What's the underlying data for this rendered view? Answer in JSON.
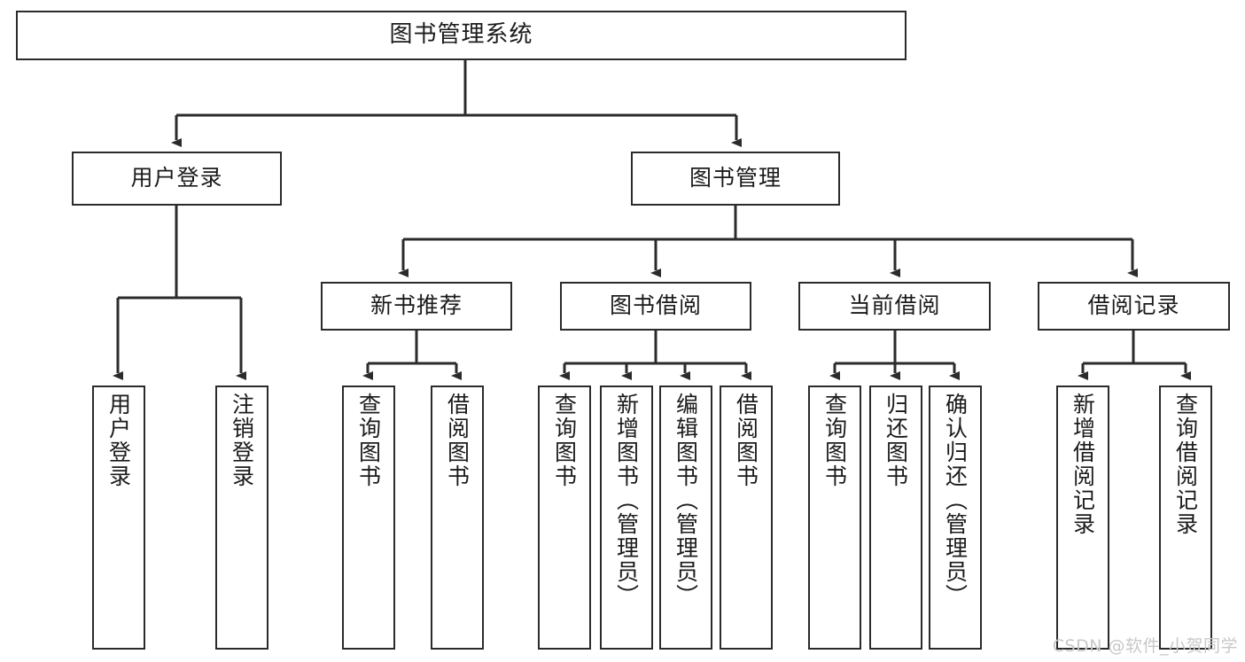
{
  "diagram": {
    "type": "tree",
    "title": "图书管理系统",
    "watermark": "CSDN @软件_小贺同学",
    "colors": {
      "box_border": "#2b2b2b",
      "box_fill": "#ffffff",
      "connector": "#2b2b2b",
      "text": "#1b1b1b",
      "watermark": "#c8c8c8",
      "background": "#ffffff"
    },
    "nodes": {
      "root": {
        "label": "图书管理系统"
      },
      "level1": [
        {
          "id": "user-login",
          "label": "用户登录"
        },
        {
          "id": "book-management",
          "label": "图书管理"
        }
      ],
      "level2": [
        {
          "id": "new-book-recommend",
          "label": "新书推荐"
        },
        {
          "id": "book-borrow",
          "label": "图书借阅"
        },
        {
          "id": "current-borrow",
          "label": "当前借阅"
        },
        {
          "id": "borrow-record",
          "label": "借阅记录"
        }
      ],
      "leaves": {
        "user-login": [
          {
            "id": "leaf-user-login",
            "label": "用户登录"
          },
          {
            "id": "leaf-logout",
            "label": "注销登录"
          }
        ],
        "new-book-recommend": [
          {
            "id": "leaf-query-book-1",
            "label": "查询图书"
          },
          {
            "id": "leaf-borrow-book-1",
            "label": "借阅图书"
          }
        ],
        "book-borrow": [
          {
            "id": "leaf-query-book-2",
            "label": "查询图书"
          },
          {
            "id": "leaf-add-book",
            "label": "新增图书（管理员）"
          },
          {
            "id": "leaf-edit-book",
            "label": "编辑图书（管理员）"
          },
          {
            "id": "leaf-borrow-book-2",
            "label": "借阅图书"
          }
        ],
        "current-borrow": [
          {
            "id": "leaf-query-book-3",
            "label": "查询图书"
          },
          {
            "id": "leaf-return-book",
            "label": "归还图书"
          },
          {
            "id": "leaf-confirm-return",
            "label": "确认归还（管理员）"
          }
        ],
        "borrow-record": [
          {
            "id": "leaf-add-record",
            "label": "新增借阅记录"
          },
          {
            "id": "leaf-query-record",
            "label": "查询借阅记录"
          }
        ]
      }
    }
  }
}
